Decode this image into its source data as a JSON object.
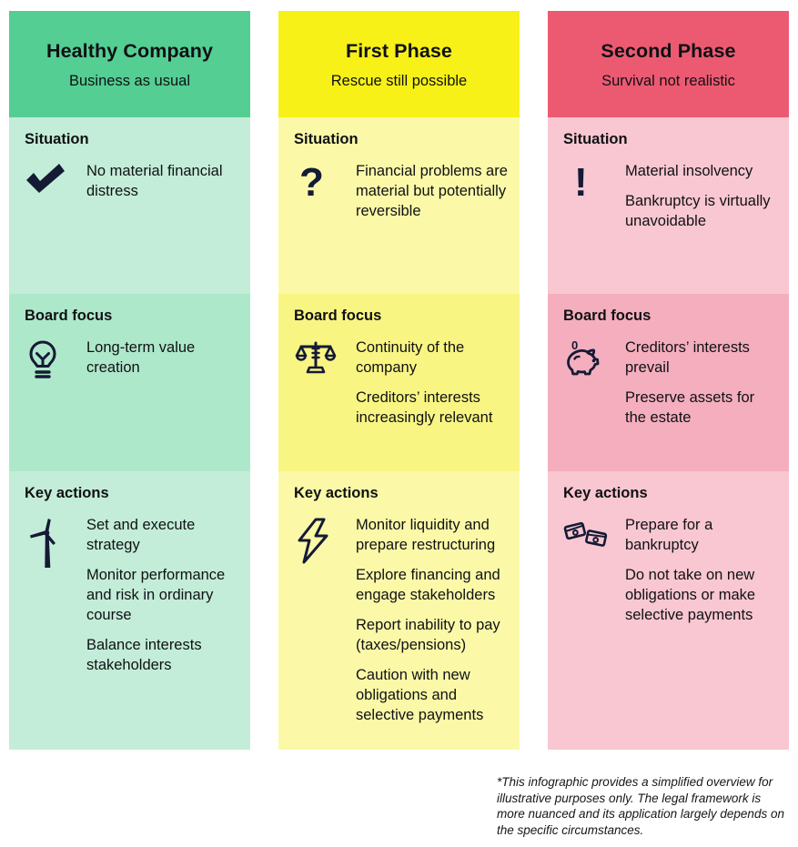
{
  "colors": {
    "green_header": "#54ce93",
    "green_light": "#c3edd8",
    "green_mid": "#aee8cb",
    "yellow_header": "#f7f117",
    "yellow_light": "#fbf9a8",
    "yellow_mid": "#f9f583",
    "red_header": "#ec5a71",
    "pink_light": "#f8c7d1",
    "pink_mid": "#f4aebd",
    "ink": "#151a35"
  },
  "icons": {
    "question_glyph": "?",
    "exclamation_glyph": "!",
    "piggy_coin_glyph": "0"
  },
  "columns": [
    {
      "title": "Healthy Company",
      "subtitle": "Business as usual",
      "sections": [
        {
          "heading": "Situation",
          "icon": "check-icon",
          "items": [
            "No material financial distress"
          ]
        },
        {
          "heading": "Board focus",
          "icon": "lightbulb-icon",
          "items": [
            "Long-term value creation"
          ]
        },
        {
          "heading": "Key actions",
          "icon": "wind-turbine-icon",
          "items": [
            "Set and execute strategy",
            "Monitor performance and risk in ordinary course",
            "Balance interests stakeholders"
          ]
        }
      ]
    },
    {
      "title": "First Phase",
      "subtitle": "Rescue still possible",
      "sections": [
        {
          "heading": "Situation",
          "icon": "question-icon",
          "items": [
            "Financial problems are material but potentially reversible"
          ]
        },
        {
          "heading": "Board focus",
          "icon": "scales-icon",
          "items": [
            "Continuity of the company",
            "Creditors’ interests increasingly relevant"
          ]
        },
        {
          "heading": "Key actions",
          "icon": "lightning-icon",
          "items": [
            "Monitor liquidity and prepare restructuring",
            "Explore financing and engage stakeholders",
            "Report inability to pay (taxes/pensions)",
            "Caution with new obligations and selective payments"
          ]
        }
      ]
    },
    {
      "title": "Second Phase",
      "subtitle": "Survival not realistic",
      "sections": [
        {
          "heading": "Situation",
          "icon": "exclamation-icon",
          "items": [
            "Material insolvency",
            "Bankruptcy is virtually unavoidable"
          ]
        },
        {
          "heading": "Board focus",
          "icon": "piggy-bank-icon",
          "items": [
            "Creditors’ interests prevail",
            "Preserve assets for the estate"
          ]
        },
        {
          "heading": "Key actions",
          "icon": "banknotes-icon",
          "items": [
            "Prepare for a bankruptcy",
            "Do not take on new obligations or make selective payments"
          ]
        }
      ]
    }
  ],
  "footnote": "*This infographic provides a simplified overview for illustrative purposes only. The legal framework is more nuanced and its application largely depends on the specific circumstances."
}
